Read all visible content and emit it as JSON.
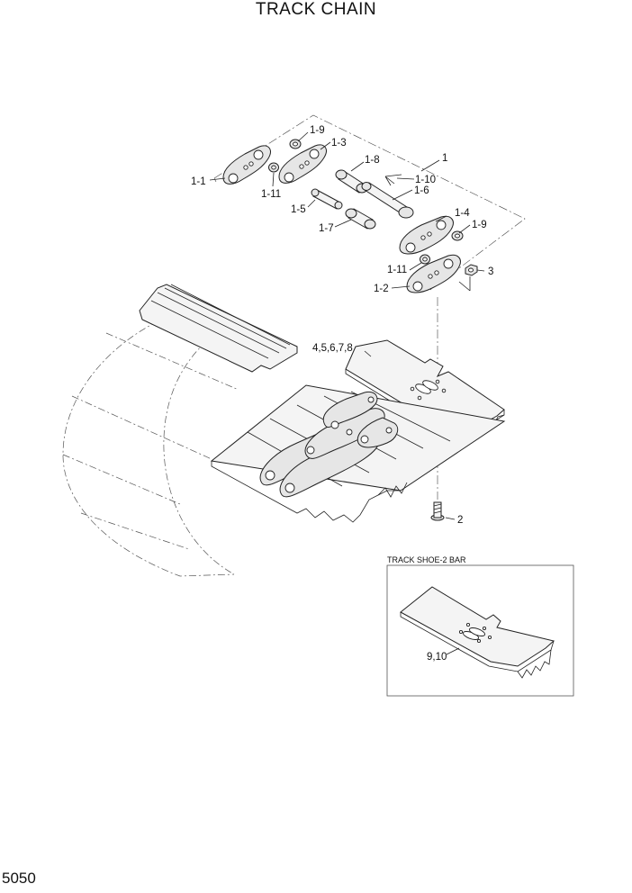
{
  "title": "TRACK CHAIN",
  "page_number": "5050",
  "inset": {
    "title": "TRACK SHOE-2 BAR",
    "callout": "9,10"
  },
  "callouts": {
    "c1": "1",
    "c1_1": "1-1",
    "c1_2": "1-2",
    "c1_3": "1-3",
    "c1_4": "1-4",
    "c1_5": "1-5",
    "c1_6": "1-6",
    "c1_7": "1-7",
    "c1_8": "1-8",
    "c1_9a": "1-9",
    "c1_9b": "1-9",
    "c1_10": "1-10",
    "c1_11a": "1-11",
    "c1_11b": "1-11",
    "c2": "2",
    "c3": "3",
    "c4_8": "4,5,6,7,8"
  }
}
